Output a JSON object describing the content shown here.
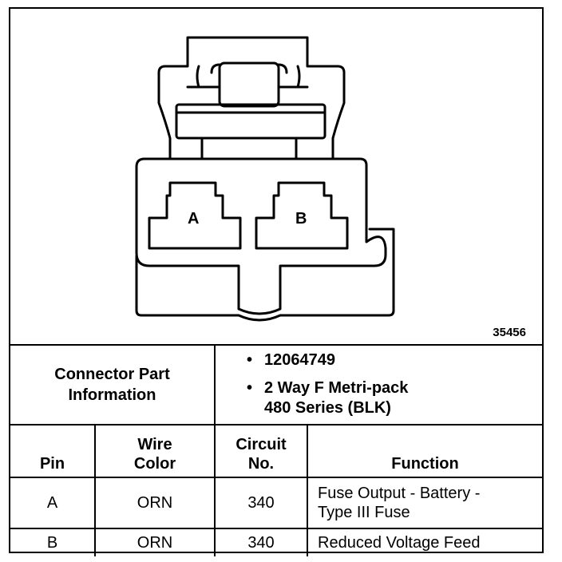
{
  "figure_number": "35456",
  "connector": {
    "pin_labels": [
      "A",
      "B"
    ]
  },
  "part_info": {
    "label_lines": [
      "Connector Part",
      "Information"
    ],
    "part_number": "12064749",
    "description_lines": [
      "2 Way F Metri-pack",
      "480 Series (BLK)"
    ],
    "bullet": "•"
  },
  "table": {
    "headers": {
      "pin": [
        "Pin"
      ],
      "wire_color": [
        "Wire",
        "Color"
      ],
      "circuit_no": [
        "Circuit",
        "No."
      ],
      "function": [
        "Function"
      ]
    },
    "rows": [
      {
        "pin": "A",
        "wire_color": "ORN",
        "circuit_no": "340",
        "function_lines": [
          "Fuse Output - Battery -",
          "Type III Fuse"
        ]
      },
      {
        "pin": "B",
        "wire_color": "ORN",
        "circuit_no": "340",
        "function_lines": [
          "Reduced Voltage Feed"
        ]
      }
    ]
  },
  "colors": {
    "ink": "#000000",
    "paper": "#ffffff"
  }
}
